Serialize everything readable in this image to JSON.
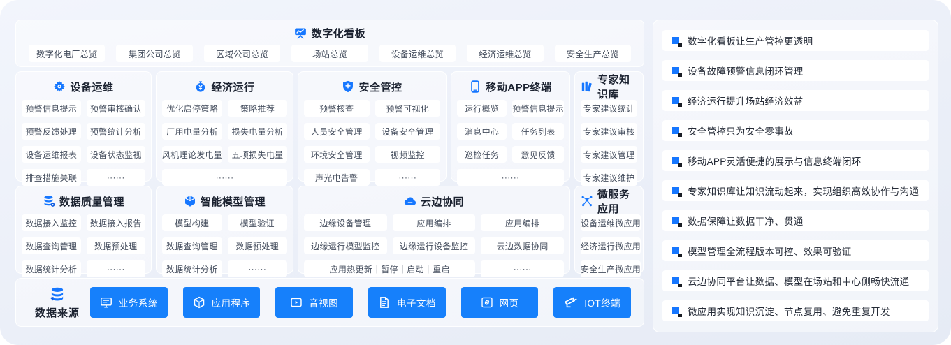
{
  "colors": {
    "accent": "#1677ff",
    "source_button_blue": "#1680fb",
    "bullet_dark": "#1b1f27"
  },
  "dashboard": {
    "title": "数字化看板",
    "icon": "presentation-chart-icon",
    "buttons": [
      "数字化电厂总览",
      "集团公司总览",
      "区域公司总览",
      "场站总览",
      "设备运维总览",
      "经济运维总览",
      "安全生产总览"
    ]
  },
  "modules": {
    "row1": [
      {
        "title": "设备运维",
        "icon": "gear-icon",
        "cols": 2,
        "items": [
          {
            "label": "预警信息提示"
          },
          {
            "label": "预警审核确认"
          },
          {
            "label": "预警反馈处理"
          },
          {
            "label": "预警统计分析"
          },
          {
            "label": "设备运维报表"
          },
          {
            "label": "设备状态监视"
          },
          {
            "label": "排查措施关联"
          },
          {
            "label": "······"
          }
        ]
      },
      {
        "title": "经济运行",
        "icon": "money-bag-icon",
        "cols": 2,
        "items": [
          {
            "label": "优化启停策略"
          },
          {
            "label": "策略推荐"
          },
          {
            "label": "厂用电量分析"
          },
          {
            "label": "损失电量分析"
          },
          {
            "label": "风机理论发电量"
          },
          {
            "label": "五项损失电量"
          },
          {
            "label": "······",
            "span": 2
          }
        ]
      },
      {
        "title": "安全管控",
        "icon": "shield-icon",
        "cols": 2,
        "items": [
          {
            "label": "预警核查"
          },
          {
            "label": "预警可视化"
          },
          {
            "label": "人员安全管理"
          },
          {
            "label": "设备安全管理"
          },
          {
            "label": "环境安全管理"
          },
          {
            "label": "视频监控"
          },
          {
            "label": "声光电告警"
          },
          {
            "label": "······"
          }
        ]
      },
      {
        "title": "移动APP终端",
        "icon": "phone-icon",
        "cols": 2,
        "items": [
          {
            "label": "运行概览"
          },
          {
            "label": "预警信息提示"
          },
          {
            "label": "消息中心"
          },
          {
            "label": "任务列表"
          },
          {
            "label": "巡检任务"
          },
          {
            "label": "意见反馈"
          },
          {
            "label": "······",
            "span": 2
          }
        ]
      },
      {
        "title": "专家知识库",
        "icon": "books-icon",
        "cols": 1,
        "items": [
          {
            "label": "专家建议统计"
          },
          {
            "label": "专家建议审核"
          },
          {
            "label": "专家建议管理"
          },
          {
            "label": "专家建议维护"
          }
        ]
      }
    ],
    "row2": [
      {
        "title": "数据质量管理",
        "icon": "database-gear-icon",
        "cols": 2,
        "items": [
          {
            "label": "数据接入监控"
          },
          {
            "label": "数据接入报告"
          },
          {
            "label": "数据查询管理"
          },
          {
            "label": "数据预处理"
          },
          {
            "label": "数据统计分析"
          },
          {
            "label": "······"
          }
        ]
      },
      {
        "title": "智能模型管理",
        "icon": "cube-icon",
        "cols": 2,
        "items": [
          {
            "label": "模型构建"
          },
          {
            "label": "模型验证"
          },
          {
            "label": "数据查询管理"
          },
          {
            "label": "数据预处理"
          },
          {
            "label": "数据统计分析"
          },
          {
            "label": "······"
          }
        ]
      },
      {
        "title": "云边协同",
        "icon": "cloud-icon",
        "cols": 3,
        "items": [
          {
            "label": "边缘设备管理"
          },
          {
            "label": "应用编排"
          },
          {
            "label": "应用编排"
          },
          {
            "label": "边缘运行模型监控"
          },
          {
            "label": "边缘运行设备监控"
          },
          {
            "label": "云边数据协同"
          },
          {
            "label": "应用热更新｜暂停｜启动｜重启",
            "span": 2
          },
          {
            "label": "······"
          }
        ]
      },
      {
        "title": "微服务应用",
        "icon": "nodes-icon",
        "cols": 1,
        "items": [
          {
            "label": "设备运维微应用"
          },
          {
            "label": "经济运行微应用"
          },
          {
            "label": "安全生产微应用"
          }
        ]
      }
    ]
  },
  "sources": {
    "title": "数据来源",
    "icon": "database-arrow-icon",
    "buttons": [
      {
        "label": "业务系统",
        "icon": "monitor-icon"
      },
      {
        "label": "应用程序",
        "icon": "cube-outline-icon"
      },
      {
        "label": "音视图",
        "icon": "video-icon"
      },
      {
        "label": "电子文档",
        "icon": "document-icon"
      },
      {
        "label": "网页",
        "icon": "web-link-icon"
      },
      {
        "label": "IOT终端",
        "icon": "iot-camera-icon"
      }
    ]
  },
  "highlights": [
    "数字化看板让生产管控更透明",
    "设备故障预警信息闭环管理",
    "经济运行提升场站经济效益",
    "安全管控只为安全零事故",
    "移动APP灵活便捷的展示与信息终端闭环",
    "专家知识库让知识流动起来，实现组织高效协作与沟通",
    "数据保障让数据干净、贯通",
    "模型管理全流程版本可控、效果可验证",
    "云边协同平台让数据、模型在场站和中心侧畅快流通",
    "微应用实现知识沉淀、节点复用、避免重复开发"
  ]
}
